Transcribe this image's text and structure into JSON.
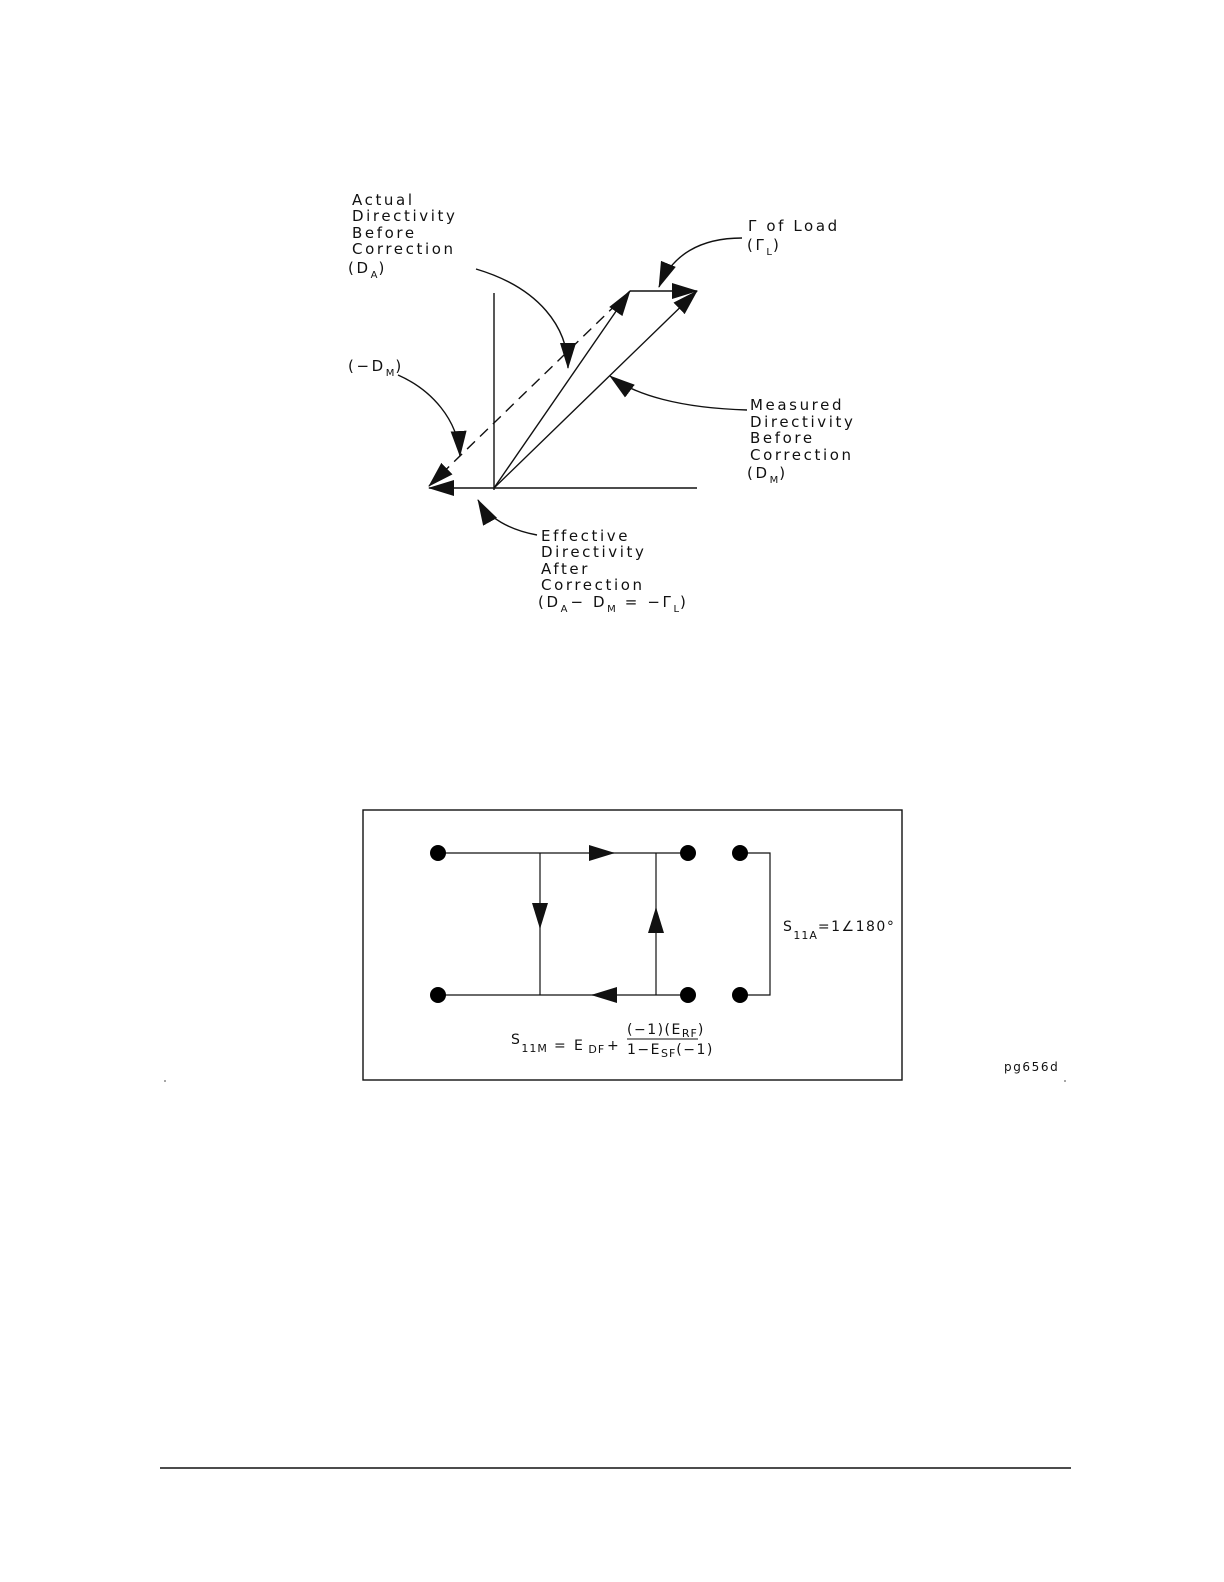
{
  "vector_diagram": {
    "actual_label": [
      "Actual",
      "Directivity",
      "Before",
      "Correction"
    ],
    "actual_symbol": {
      "open": "(D",
      "sub": "A",
      "close": ")"
    },
    "load_label": "Γ of Load",
    "load_symbol": {
      "open": "(Γ",
      "sub": "L",
      "close": ")"
    },
    "neg_dm_symbol": {
      "open": "(−D",
      "sub": "M",
      "close": ")"
    },
    "measured_label": [
      "Measured",
      "Directivity",
      "Before",
      "Correction"
    ],
    "measured_symbol": {
      "open": "(D",
      "sub": "M",
      "close": ")"
    },
    "effective_label": [
      "Effective",
      "Directivity",
      "After",
      "Correction"
    ],
    "effective_formula": {
      "p1": "(D",
      "s1": "A",
      "p2": "− D",
      "s2": "M",
      "p3": "= −Γ",
      "s3": "L",
      "p4": ")"
    }
  },
  "flow_graph": {
    "s11a": {
      "main": "S",
      "sub": "11A",
      "rest": "=1∠180°"
    },
    "s11m": {
      "lhs_main": "S",
      "lhs_sub": "11M",
      "eq": "=",
      "edf_main": "E",
      "edf_sub": "DF",
      "plus": "+",
      "num_a": "(−1)(E",
      "num_sub": "RF",
      "num_b": ")",
      "den_a": "1−E",
      "den_sub": "SF",
      "den_b": "(−1)"
    }
  },
  "figure_id": "pg656d"
}
